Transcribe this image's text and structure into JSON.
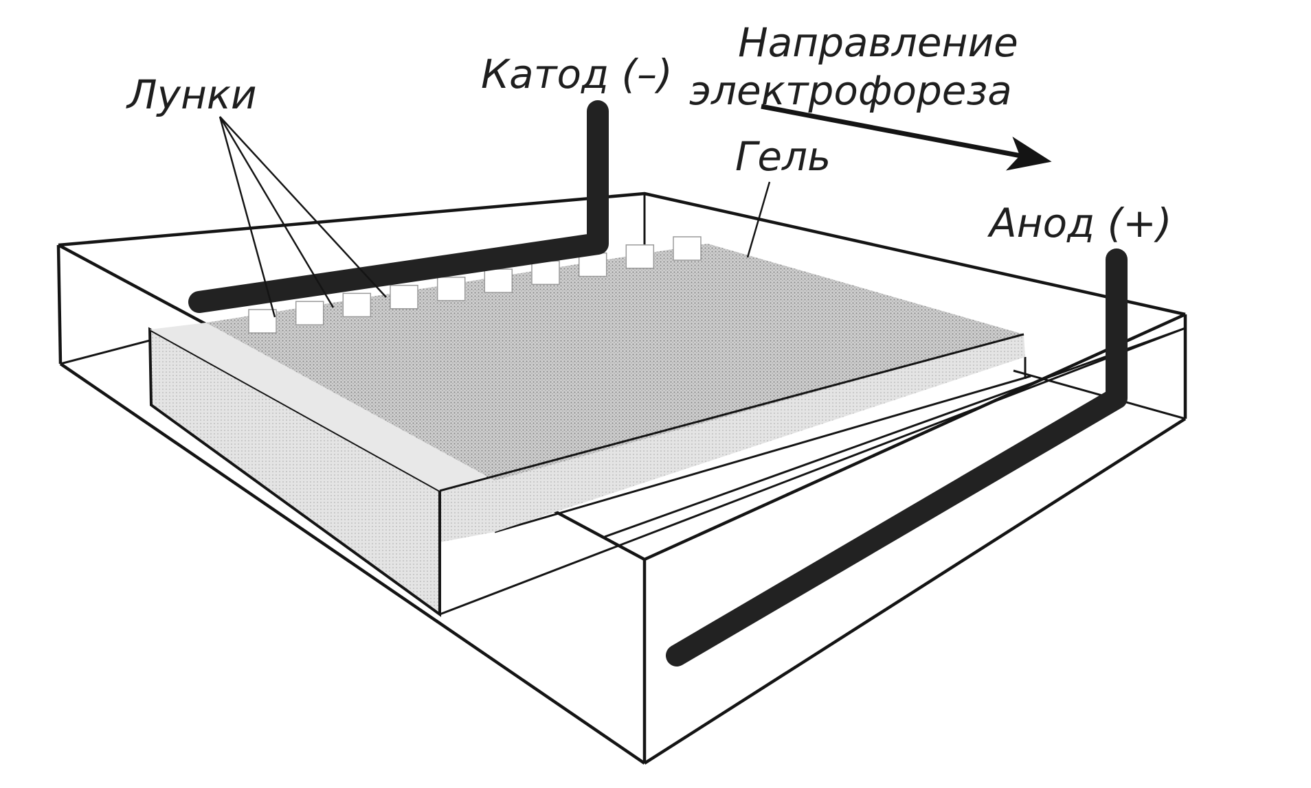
{
  "labels": {
    "wells": "Лунки",
    "cathode": "Катод (–)",
    "gel": "Гель",
    "direction_line1": "Направление",
    "direction_line2": "электрофореза",
    "anode": "Анод (+)"
  },
  "colors": {
    "line": "#141414",
    "electrode": "#222222",
    "gel": "#bdbdbd",
    "gel_side": "#d9d9d9",
    "well": "#ffffff",
    "background": "#ffffff"
  },
  "wells_count": 10
}
